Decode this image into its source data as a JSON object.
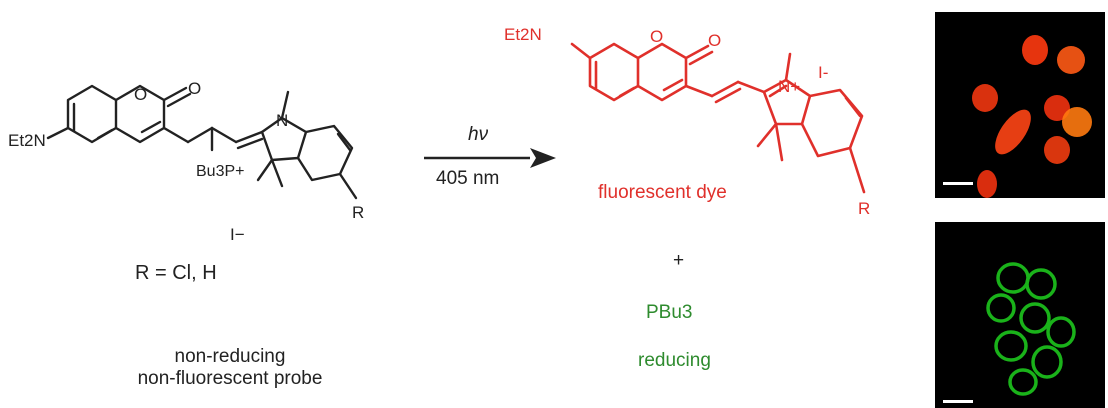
{
  "probe": {
    "amine_label": "Et2N",
    "carbonyl_o": "O",
    "ring_o": "O",
    "phosphonium_label": "Bu3P+",
    "nitrogen": "N",
    "r_group": "R",
    "counterion": "I−",
    "substituent_def": "R = Cl, H",
    "caption_line1": "non-reducing",
    "caption_line2": "non-fluorescent probe"
  },
  "arrow": {
    "top_label": "hν",
    "bottom_label": "405 nm"
  },
  "dye": {
    "amine_label": "Et2N",
    "carbonyl_o": "O",
    "ring_o": "O",
    "nitrogen": "N+",
    "counterion": "I-",
    "r_group": "R",
    "label": "fluorescent dye"
  },
  "byproduct": {
    "plus": "+",
    "formula": "PBu3",
    "label": "reducing"
  },
  "colors": {
    "dye_red": "#e0302b",
    "reducing_green": "#2e8b2e",
    "ink": "#222222",
    "panel_bg": "#000000"
  },
  "panels": [
    {
      "name": "red fluorescence micrograph",
      "color": "#ff3a10"
    },
    {
      "name": "green fluorescence micrograph",
      "color": "#1fd21f"
    }
  ]
}
